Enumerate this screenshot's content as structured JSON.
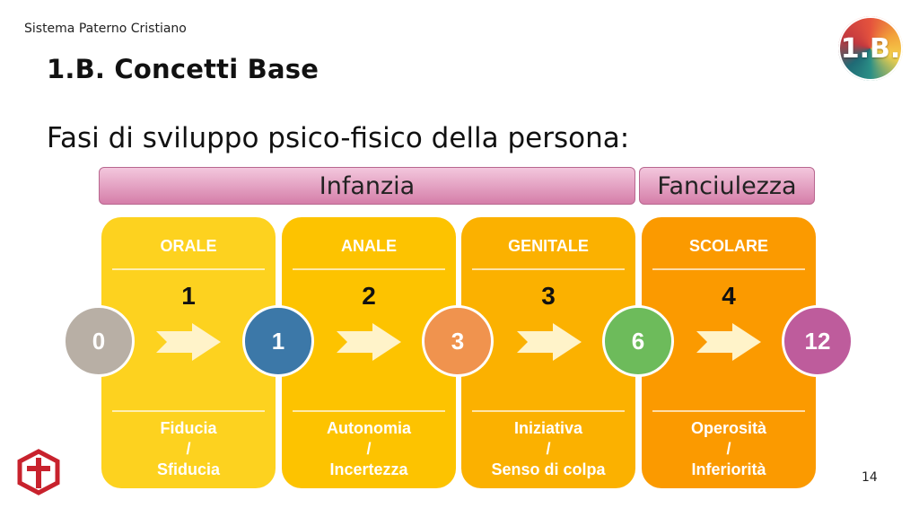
{
  "header": {
    "organization": "Sistema Paterno Cristiano"
  },
  "logo_badge": {
    "text": "1.B."
  },
  "title": "1.B. Concetti Base",
  "subtitle": "Fasi di sviluppo psico-fisico della persona:",
  "bands": [
    {
      "label": "Infanzia"
    },
    {
      "label": "Fanciulezza"
    }
  ],
  "phases": [
    {
      "name": "ORALE",
      "number": "1",
      "crisis_line1": "Fiducia",
      "crisis_sep": "/",
      "crisis_line2": "Sfiducia",
      "color": "#FDD21F"
    },
    {
      "name": "ANALE",
      "number": "2",
      "crisis_line1": "Autonomia",
      "crisis_sep": "/",
      "crisis_line2": "Incertezza",
      "color": "#FDC300"
    },
    {
      "name": "GENITALE",
      "number": "3",
      "crisis_line1": "Iniziativa",
      "crisis_sep": "/",
      "crisis_line2": "Senso di colpa",
      "color": "#FBB100"
    },
    {
      "name": "SCOLARE",
      "number": "4",
      "crisis_line1": "Operosità",
      "crisis_sep": "/",
      "crisis_line2": "Inferiorità",
      "color": "#FB9A00"
    }
  ],
  "ages": [
    {
      "value": "0",
      "color": "#B8AFA5"
    },
    {
      "value": "1",
      "color": "#3C78A8"
    },
    {
      "value": "3",
      "color": "#F0934E"
    },
    {
      "value": "6",
      "color": "#6DBB5B"
    },
    {
      "value": "12",
      "color": "#BE5C9C"
    }
  ],
  "colors": {
    "arrow": "#FFF3C9",
    "band_fill": "#E7A5C6",
    "bottom_logo": "#C8222D"
  },
  "page_number": "14"
}
